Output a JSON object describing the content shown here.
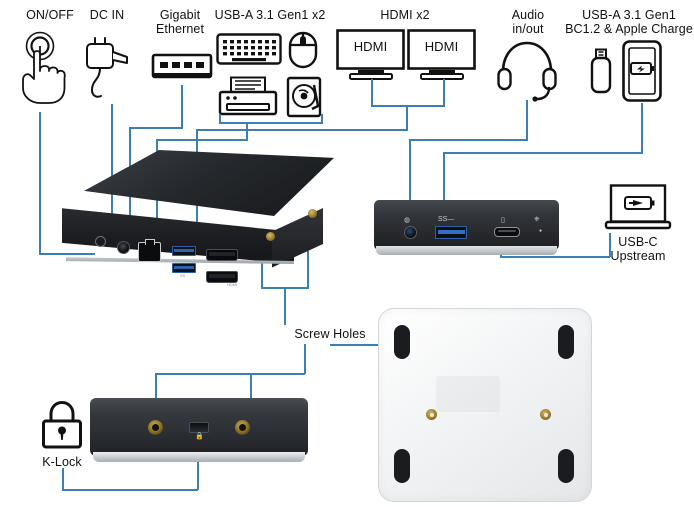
{
  "diagram": {
    "title": "USB-C Dock Port Callout Diagram",
    "line_color": "#3d7fb0"
  },
  "callouts": [
    {
      "id": "on-off",
      "label": "ON/OFF",
      "icon": "hand-press-button-icon"
    },
    {
      "id": "dc-in",
      "label": "DC IN",
      "icon": "power-adapter-icon"
    },
    {
      "id": "gigabit",
      "label": "Gigabit\nEthernet",
      "icon": "rj45-port-icon"
    },
    {
      "id": "usb-a-gen1-x2",
      "label": "USB-A 3.1 Gen1 x2",
      "icon": "keyboard-mouse-printer-harddrive-icons"
    },
    {
      "id": "hdmi-x2",
      "label": "HDMI x2",
      "icon": "dual-monitor-icon"
    },
    {
      "id": "audio",
      "label": "Audio\nin/out",
      "icon": "headset-icon"
    },
    {
      "id": "usb-a-charge",
      "label": "USB-A 3.1 Gen1\nBC1.2 & Apple Charge",
      "icon": "usb-flash-drive-and-phone-charging-icons"
    },
    {
      "id": "usb-c-upstream",
      "label": "USB-C\nUpstream",
      "icon": "laptop-charging-icon"
    },
    {
      "id": "screw-holes",
      "label": "Screw Holes",
      "icon": "none"
    },
    {
      "id": "k-lock",
      "label": "K-Lock",
      "icon": "padlock-icon"
    }
  ],
  "monitors": [
    {
      "screen_label": "HDMI"
    },
    {
      "screen_label": "HDMI"
    }
  ],
  "devices": {
    "main_dock": {
      "name": "dock-rear-three-quarter-view",
      "ports": [
        "power-button",
        "dc-in-jack",
        "rj45-ethernet",
        "usb-a-upper",
        "usb-a-lower",
        "hdmi-upper",
        "hdmi-lower"
      ],
      "port_marks": [
        "SS",
        "HDMI"
      ]
    },
    "front_panel": {
      "name": "dock-front-view",
      "ports": [
        "audio-combo-jack",
        "usb-a-fast-charge",
        "usb-c-upstream",
        "power-led"
      ]
    },
    "rear_panel": {
      "name": "dock-rear-flat-view",
      "features": [
        "screw-hole-left",
        "k-lock-slot",
        "screw-hole-right"
      ]
    },
    "bottom_view": {
      "name": "dock-bottom-view",
      "features": [
        "rubber-foot",
        "rubber-foot",
        "rubber-foot",
        "rubber-foot",
        "screw-hole-left",
        "screw-hole-right",
        "label-plate"
      ]
    }
  }
}
